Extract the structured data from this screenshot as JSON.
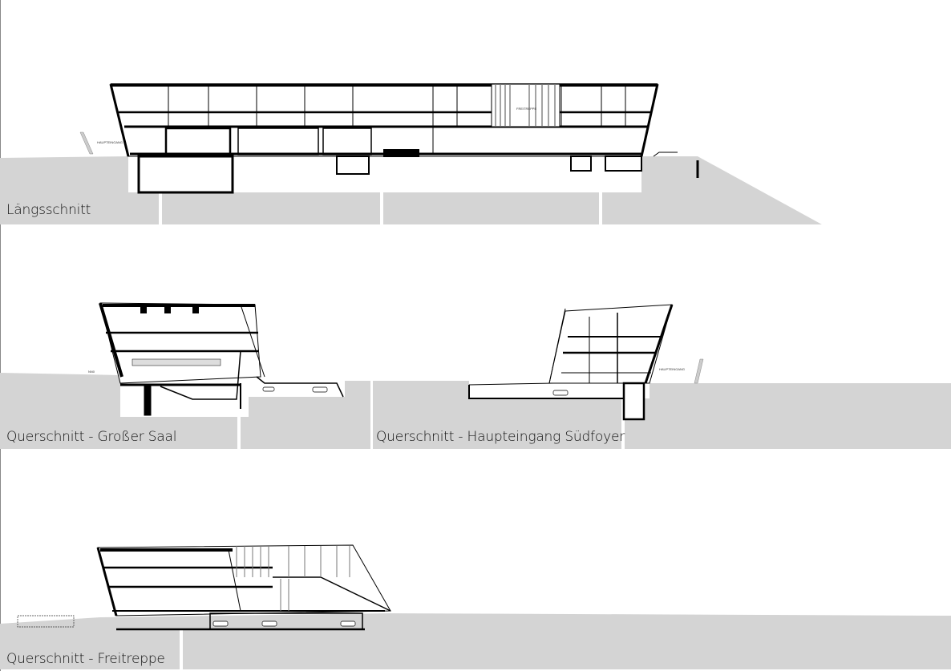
{
  "colors": {
    "ground": "#d4d4d4",
    "structure": "#000000",
    "background": "#ffffff"
  },
  "sections": [
    {
      "title": "Längsschnitt",
      "annotations": [
        "HAUPTEINGANG",
        "FREITREPPE"
      ]
    },
    {
      "title": "Querschnitt - Großer Saal",
      "annotations": [
        "NN0"
      ]
    },
    {
      "title": "Querschnitt - Haupteingang Südfoyer",
      "annotations": [
        "HAUPTEINGANG"
      ]
    },
    {
      "title": "Querschnitt - Freitreppe",
      "annotations": []
    }
  ]
}
